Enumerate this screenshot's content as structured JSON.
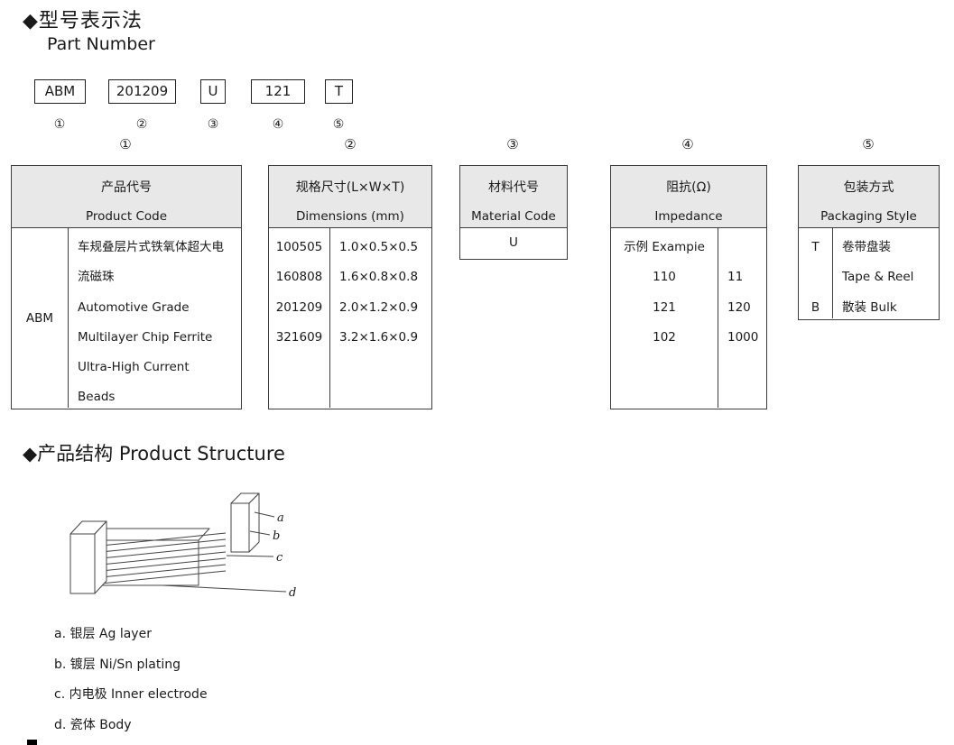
{
  "sections": {
    "part_number_title_zh": "◆型号表示法",
    "part_number_title_en": "Part Number",
    "structure_title": "◆产品结构 Product Structure"
  },
  "part_number": {
    "segments": [
      {
        "value": "ABM",
        "index": "①"
      },
      {
        "value": "201209",
        "index": "②"
      },
      {
        "value": "U",
        "index": "③"
      },
      {
        "value": "121",
        "index": "④"
      },
      {
        "value": "T",
        "index": "⑤"
      }
    ]
  },
  "tables": {
    "product_code": {
      "index": "①",
      "header_zh": "产品代号",
      "header_en": "Product Code",
      "code": "ABM",
      "lines": [
        "车规叠层片式铁氧体超大电",
        "流磁珠",
        "Automotive Grade",
        "Multilayer Chip Ferrite",
        "Ultra-High Current",
        "Beads"
      ]
    },
    "dimensions": {
      "index": "②",
      "header_zh": "规格尺寸(L×W×T)",
      "header_en": "Dimensions (mm)",
      "rows": [
        {
          "code": "100505",
          "size": "1.0×0.5×0.5"
        },
        {
          "code": "160808",
          "size": "1.6×0.8×0.8"
        },
        {
          "code": "201209",
          "size": "2.0×1.2×0.9"
        },
        {
          "code": "321609",
          "size": "3.2×1.6×0.9"
        }
      ]
    },
    "material": {
      "index": "③",
      "header_zh": "材料代号",
      "header_en": "Material Code",
      "value": "U"
    },
    "impedance": {
      "index": "④",
      "header_zh": "阻抗(Ω)",
      "header_en": "Impedance",
      "example_label": "示例 Exampie",
      "rows": [
        {
          "code": "110",
          "value": "11"
        },
        {
          "code": "121",
          "value": "120"
        },
        {
          "code": "102",
          "value": "1000"
        }
      ]
    },
    "packaging": {
      "index": "⑤",
      "header_zh": "包装方式",
      "header_en": "Packaging Style",
      "rows": [
        {
          "code": "T",
          "label": "卷带盘装"
        },
        {
          "code": "",
          "label": "Tape & Reel"
        },
        {
          "code": "B",
          "label": "散装 Bulk"
        }
      ]
    }
  },
  "structure": {
    "labels": [
      "a",
      "b",
      "c",
      "d"
    ],
    "legend": [
      "a. 银层 Ag layer",
      "b. 镀层 Ni/Sn plating",
      "c. 内电极 Inner electrode",
      "d. 瓷体 Body"
    ]
  },
  "colors": {
    "header_bg": "#e8e8e8",
    "border": "#3d3d3d",
    "text": "#1a1a1a"
  }
}
